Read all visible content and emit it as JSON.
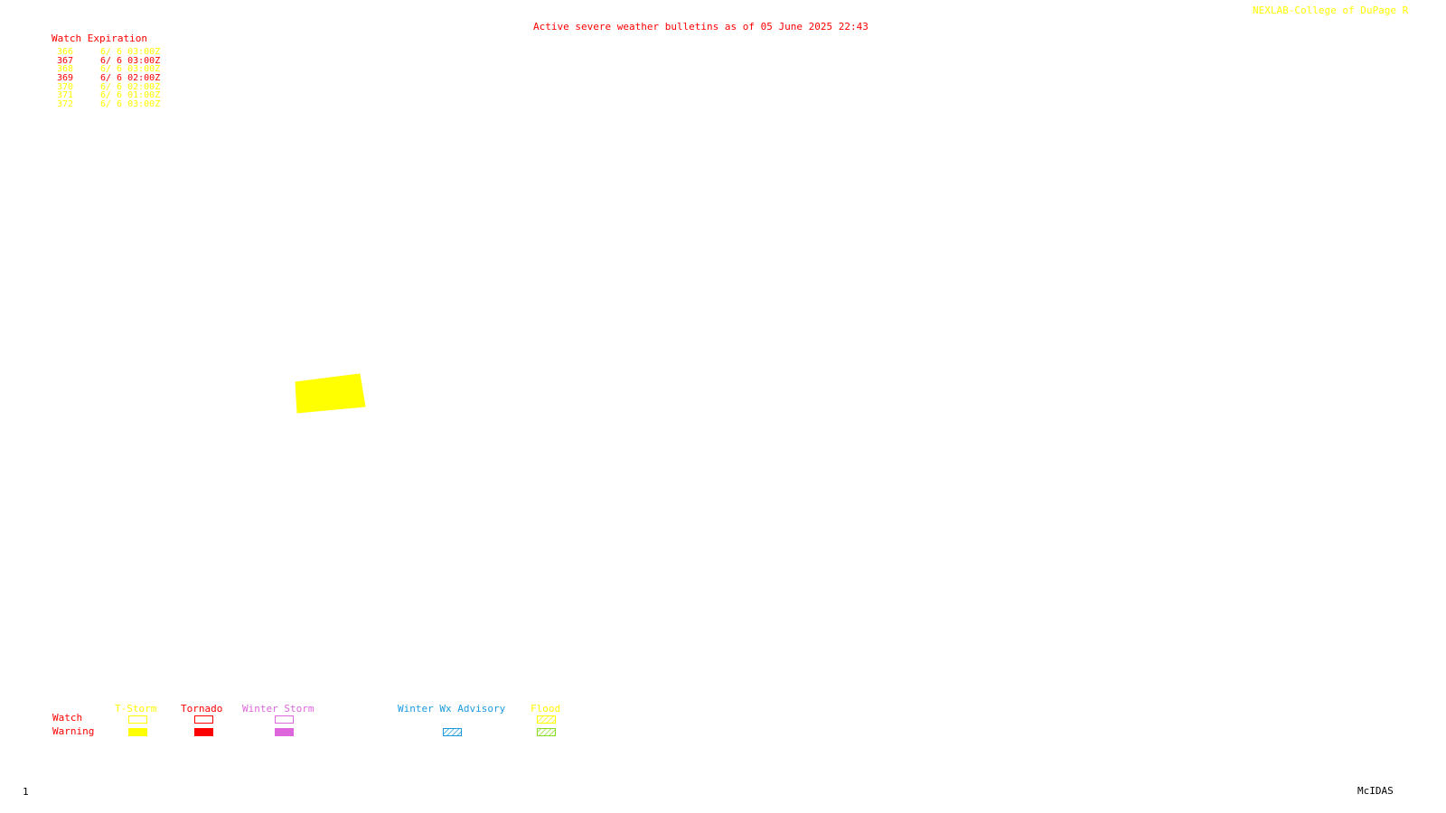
{
  "header": {
    "title": "Active severe weather bulletins as of 05 June 2025 22:43",
    "credit": "NEXLAB-College of DuPage R"
  },
  "colors": {
    "tstorm": "#ffff00",
    "tornado": "#ff0000",
    "winter_storm": "#dd66dd",
    "winter_wx_advisory": "#1a9ae0",
    "flood": "#88dd22",
    "footer": "#000000"
  },
  "watch_table": {
    "header": "Watch Expiration",
    "rows": [
      {
        "number": "366",
        "expiration": "6/ 6 03:00Z",
        "color": "#ffff00"
      },
      {
        "number": "367",
        "expiration": "6/ 6 03:00Z",
        "color": "#ff0000"
      },
      {
        "number": "368",
        "expiration": "6/ 6 03:00Z",
        "color": "#ffff00"
      },
      {
        "number": "369",
        "expiration": "6/ 6 02:00Z",
        "color": "#ff0000"
      },
      {
        "number": "370",
        "expiration": "6/ 6 02:00Z",
        "color": "#ffff00"
      },
      {
        "number": "371",
        "expiration": "6/ 6 01:00Z",
        "color": "#ffff00"
      },
      {
        "number": "372",
        "expiration": "6/ 6 03:00Z",
        "color": "#ffff00"
      }
    ]
  },
  "map": {
    "active_areas": [
      {
        "type": "tstorm-warning",
        "color": "#ffff00"
      }
    ]
  },
  "legend": {
    "row_labels": {
      "watch": "Watch",
      "warning": "Warning"
    },
    "categories": {
      "tstorm": "T-Storm",
      "tornado": "Tornado",
      "winter_storm": "Winter Storm",
      "winter_wx_advisory": "Winter Wx Advisory",
      "flood": "Flood"
    }
  },
  "footer": {
    "frame_number": "1",
    "software": "McIDAS"
  }
}
